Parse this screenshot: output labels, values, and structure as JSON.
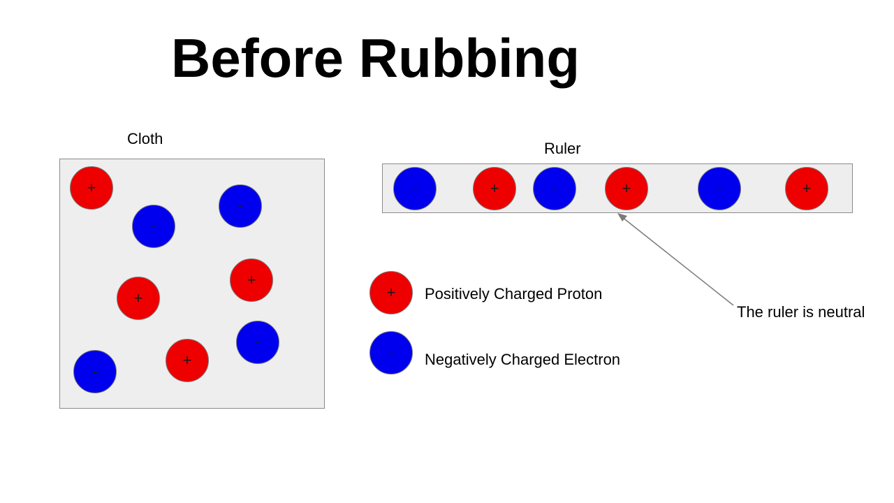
{
  "title": "Before Rubbing",
  "cloth": {
    "label": "Cloth",
    "particles": [
      {
        "type": "proton",
        "symbol": "+"
      },
      {
        "type": "electron",
        "symbol": "-"
      },
      {
        "type": "electron",
        "symbol": "-"
      },
      {
        "type": "proton",
        "symbol": "+"
      },
      {
        "type": "proton",
        "symbol": "+"
      },
      {
        "type": "electron",
        "symbol": "-"
      },
      {
        "type": "electron",
        "symbol": "-"
      },
      {
        "type": "proton",
        "symbol": "+"
      }
    ]
  },
  "ruler": {
    "label": "Ruler",
    "particles": [
      {
        "type": "electron",
        "symbol": "-"
      },
      {
        "type": "proton",
        "symbol": "+"
      },
      {
        "type": "electron",
        "symbol": "-"
      },
      {
        "type": "proton",
        "symbol": "+"
      },
      {
        "type": "electron",
        "symbol": "-"
      },
      {
        "type": "proton",
        "symbol": "+"
      }
    ]
  },
  "legend": {
    "proton": {
      "symbol": "+",
      "label": "Positively Charged Proton"
    },
    "electron": {
      "symbol": "-",
      "label": "Negatively Charged Electron"
    }
  },
  "annotation": "The ruler is neutral",
  "colors": {
    "proton": "#ee0000",
    "electron": "#0000ee",
    "box_fill": "#eeeeee",
    "arrow": "#7a7a7a"
  }
}
